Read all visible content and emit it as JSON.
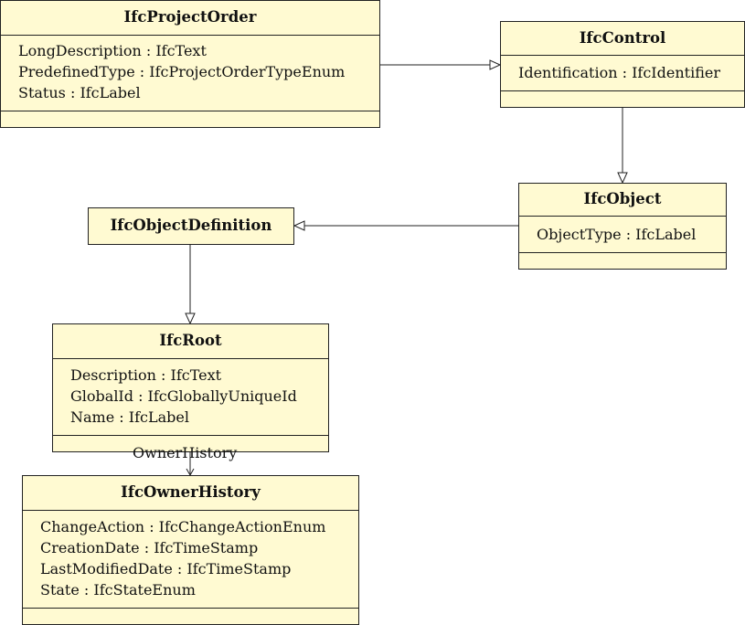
{
  "classes": {
    "project_order": {
      "name": "IfcProjectOrder",
      "attributes": [
        "LongDescription : IfcText",
        "PredefinedType : IfcProjectOrderTypeEnum",
        "Status : IfcLabel"
      ]
    },
    "control": {
      "name": "IfcControl",
      "attributes": [
        "Identification : IfcIdentifier"
      ]
    },
    "object": {
      "name": "IfcObject",
      "attributes": [
        "ObjectType : IfcLabel"
      ]
    },
    "object_definition": {
      "name": "IfcObjectDefinition"
    },
    "root": {
      "name": "IfcRoot",
      "attributes": [
        "Description : IfcText",
        "GlobalId : IfcGloballyUniqueId",
        "Name : IfcLabel"
      ]
    },
    "owner_history": {
      "name": "IfcOwnerHistory",
      "attributes": [
        "ChangeAction : IfcChangeActionEnum",
        "CreationDate : IfcTimeStamp",
        "LastModifiedDate : IfcTimeStamp",
        "State : IfcStateEnum"
      ]
    }
  },
  "relations": {
    "owner_history_label": "OwnerHistory"
  },
  "colors": {
    "class_fill": "#fffad2",
    "line": "#222222"
  }
}
